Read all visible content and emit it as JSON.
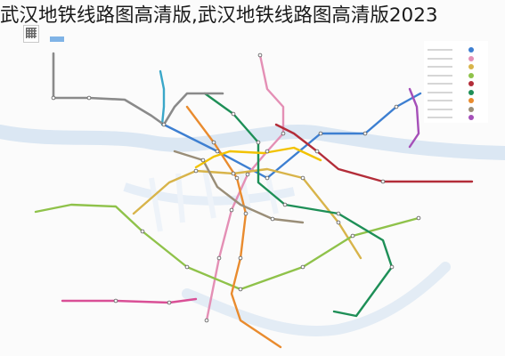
{
  "caption": "武汉地铁线路图高清版,武汉地铁线路图高清版2023",
  "icons": {
    "qr": "qr-code-icon",
    "legend": "line-legend"
  },
  "lines": [
    {
      "id": "line-1",
      "color": "#3d7fd1"
    },
    {
      "id": "line-2",
      "color": "#e48fb5"
    },
    {
      "id": "line-3",
      "color": "#d8b44a"
    },
    {
      "id": "line-4",
      "color": "#8fc24a"
    },
    {
      "id": "line-5",
      "color": "#b32d39"
    },
    {
      "id": "line-6",
      "color": "#1e8f57"
    },
    {
      "id": "line-7",
      "color": "#e98b2e"
    },
    {
      "id": "line-8",
      "color": "#9a8e78"
    },
    {
      "id": "line-11",
      "color": "#f2c200"
    },
    {
      "id": "line-16",
      "color": "#d94f96"
    },
    {
      "id": "line-21",
      "color": "#a54fb8"
    },
    {
      "id": "airport",
      "color": "#3aa7c9"
    },
    {
      "id": "grey",
      "color": "#8a8a8a"
    }
  ],
  "legend_colors": [
    "#3d7fd1",
    "#e48fb5",
    "#d8b44a",
    "#8fc24a",
    "#b32d39",
    "#1e8f57",
    "#e98b2e",
    "#9a8e78",
    "#a54fb8"
  ]
}
